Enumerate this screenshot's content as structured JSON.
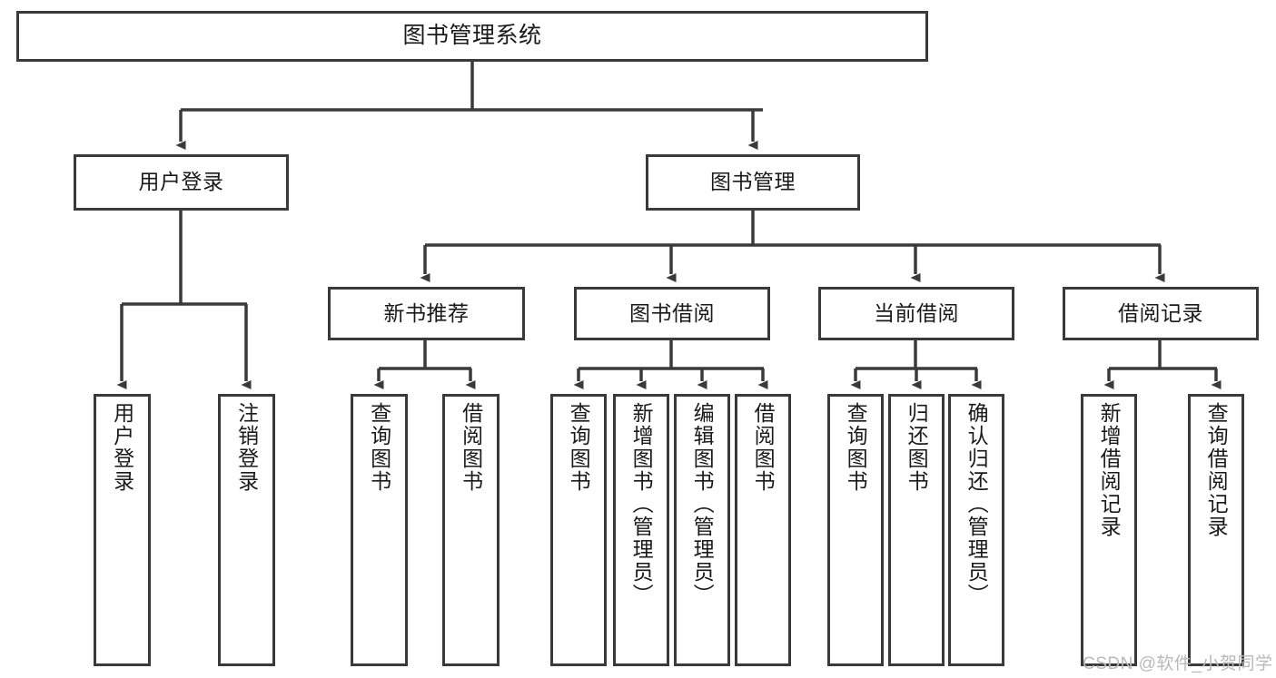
{
  "diagram": {
    "title": "图书管理系统",
    "type": "hierarchy-tree",
    "watermark": "CSDN @软件_小贺同学",
    "colors": {
      "box_border": "#3a3a3a",
      "box_fill": "#ffffff",
      "connector": "#3a3a3a",
      "text": "#1a1a1a",
      "watermark": "#b9b9b9"
    },
    "root": {
      "label": "图书管理系统"
    },
    "level1": [
      {
        "id": "user-login",
        "label": "用户登录"
      },
      {
        "id": "book-management",
        "label": "图书管理"
      }
    ],
    "level2": [
      {
        "id": "new-book-recommend",
        "label": "新书推荐",
        "parent": "book-management"
      },
      {
        "id": "book-borrow",
        "label": "图书借阅",
        "parent": "book-management"
      },
      {
        "id": "current-borrow",
        "label": "当前借阅",
        "parent": "book-management"
      },
      {
        "id": "borrow-record",
        "label": "借阅记录",
        "parent": "book-management"
      }
    ],
    "leaves": [
      {
        "id": "leaf-user-login",
        "label": "用户登录",
        "parent": "user-login"
      },
      {
        "id": "leaf-logout",
        "label": "注销登录",
        "parent": "user-login"
      },
      {
        "id": "leaf-query-book-1",
        "label": "查询图书",
        "parent": "new-book-recommend"
      },
      {
        "id": "leaf-borrow-book-1",
        "label": "借阅图书",
        "parent": "new-book-recommend"
      },
      {
        "id": "leaf-query-book-2",
        "label": "查询图书",
        "parent": "book-borrow"
      },
      {
        "id": "leaf-add-book",
        "label": "新增图书（管理员）",
        "parent": "book-borrow"
      },
      {
        "id": "leaf-edit-book",
        "label": "编辑图书（管理员）",
        "parent": "book-borrow"
      },
      {
        "id": "leaf-borrow-book-2",
        "label": "借阅图书",
        "parent": "book-borrow"
      },
      {
        "id": "leaf-query-book-3",
        "label": "查询图书",
        "parent": "current-borrow"
      },
      {
        "id": "leaf-return-book",
        "label": "归还图书",
        "parent": "current-borrow"
      },
      {
        "id": "leaf-confirm-return",
        "label": "确认归还（管理员）",
        "parent": "current-borrow"
      },
      {
        "id": "leaf-add-record",
        "label": "新增借阅记录",
        "parent": "borrow-record"
      },
      {
        "id": "leaf-query-record",
        "label": "查询借阅记录",
        "parent": "borrow-record"
      }
    ]
  }
}
